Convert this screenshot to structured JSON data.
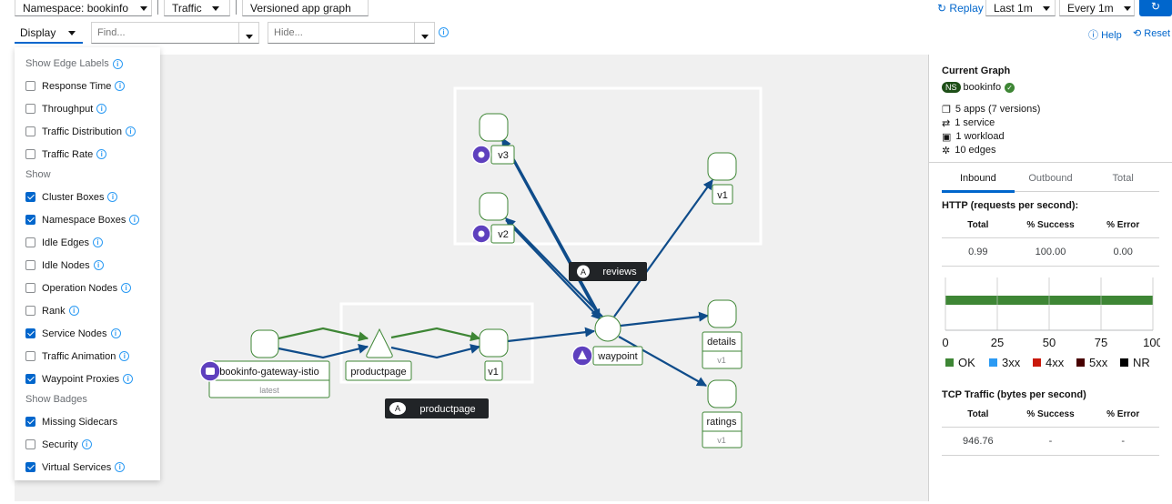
{
  "toolbar": {
    "namespace": "Namespace:  bookinfo",
    "traffic": "Traffic",
    "graph_type": "Versioned app graph",
    "replay": "Replay",
    "duration": "Last 1m",
    "refresh": "Every 1m"
  },
  "filters": {
    "display": "Display",
    "find_placeholder": "Find...",
    "hide_placeholder": "Hide...",
    "help": "Help",
    "reset": "Reset"
  },
  "display_menu": {
    "sections": [
      {
        "title": "Show Edge Labels",
        "items": [
          {
            "label": "Response Time",
            "checked": false,
            "info": true
          },
          {
            "label": "Throughput",
            "checked": false,
            "info": true
          },
          {
            "label": "Traffic Distribution",
            "checked": false,
            "info": true
          },
          {
            "label": "Traffic Rate",
            "checked": false,
            "info": true
          }
        ]
      },
      {
        "title": "Show",
        "items": [
          {
            "label": "Cluster Boxes",
            "checked": true,
            "info": true
          },
          {
            "label": "Namespace Boxes",
            "checked": true,
            "info": true
          },
          {
            "label": "Idle Edges",
            "checked": false,
            "info": true
          },
          {
            "label": "Idle Nodes",
            "checked": false,
            "info": true
          },
          {
            "label": "Operation Nodes",
            "checked": false,
            "info": true
          },
          {
            "label": "Rank",
            "checked": false,
            "info": true
          },
          {
            "label": "Service Nodes",
            "checked": true,
            "info": true
          },
          {
            "label": "Traffic Animation",
            "checked": false,
            "info": true
          },
          {
            "label": "Waypoint Proxies",
            "checked": true,
            "info": true
          }
        ]
      },
      {
        "title": "Show Badges",
        "items": [
          {
            "label": "Missing Sidecars",
            "checked": true,
            "info": false
          },
          {
            "label": "Security",
            "checked": false,
            "info": true
          },
          {
            "label": "Virtual Services",
            "checked": true,
            "info": true
          }
        ]
      }
    ]
  },
  "graph": {
    "nodes": {
      "gateway": "bookinfo-gateway-istio",
      "gateway_version": "latest",
      "productpage_service": "productpage",
      "productpage_v1": "v1",
      "reviews_v3": "v3",
      "reviews_v2": "v2",
      "reviews_v1": "v1",
      "waypoint": "waypoint",
      "details": "details",
      "details_version": "v1",
      "ratings": "ratings",
      "ratings_version": "v1"
    },
    "boxes": {
      "reviews": "reviews",
      "productpage": "productpage",
      "badge": "A"
    },
    "colors": {
      "http_edge": "#0f4c8a",
      "tcp_edge": "#3e8635",
      "node_border": "#3e8635"
    }
  },
  "side": {
    "title": "Current Graph",
    "ns_badge": "NS",
    "namespace": "bookinfo",
    "stats": [
      "5 apps (7 versions)",
      "1 service",
      "1 workload",
      "10 edges"
    ],
    "tabs": [
      "Inbound",
      "Outbound",
      "Total"
    ],
    "active_tab": "Inbound",
    "http": {
      "title": "HTTP (requests per second):",
      "headers": [
        "Total",
        "% Success",
        "% Error"
      ],
      "values": [
        "0.99",
        "100.00",
        "0.00"
      ]
    },
    "tcp": {
      "title": "TCP Traffic (bytes per second)",
      "headers": [
        "Total",
        "% Success",
        "% Error"
      ],
      "values": [
        "946.76",
        "-",
        "-"
      ]
    }
  },
  "chart_data": {
    "type": "bar",
    "orientation": "horizontal",
    "stacked": true,
    "xlim": [
      0,
      100
    ],
    "ticks": [
      "0",
      "25",
      "50",
      "75",
      "100"
    ],
    "grid": true,
    "series": [
      {
        "name": "OK",
        "values": [
          100
        ],
        "color": "#3e8635"
      },
      {
        "name": "3xx",
        "values": [
          0
        ],
        "color": "#2b9af3"
      },
      {
        "name": "4xx",
        "values": [
          0
        ],
        "color": "#c9190b"
      },
      {
        "name": "5xx",
        "values": [
          0
        ],
        "color": "#470000"
      },
      {
        "name": "NR",
        "values": [
          0
        ],
        "color": "#000000"
      }
    ],
    "legend": "bottom"
  }
}
